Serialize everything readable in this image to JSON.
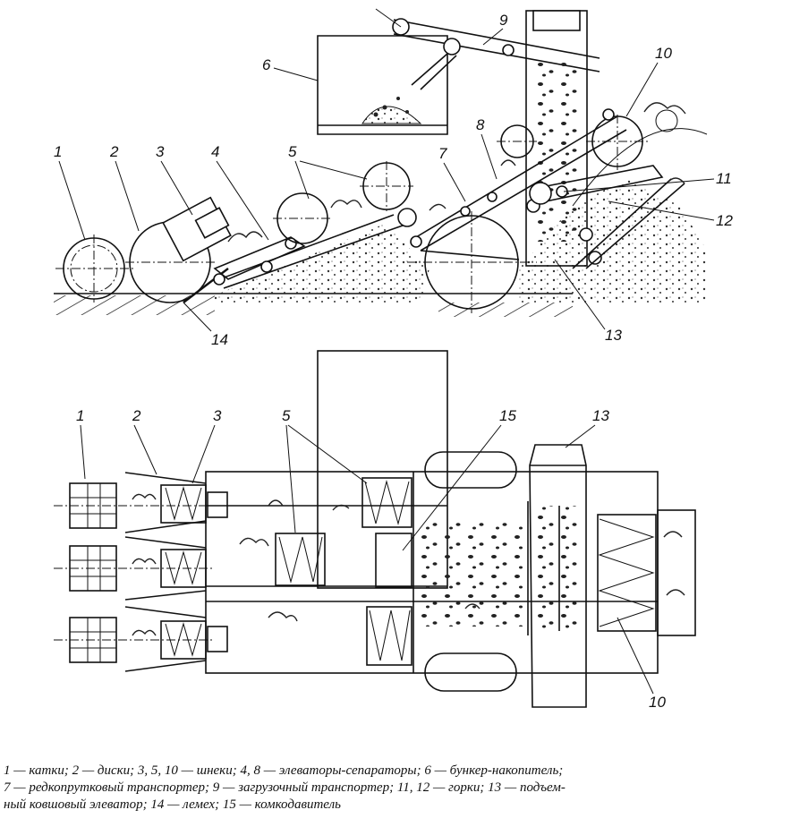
{
  "top_view_labels": {
    "n1": "1",
    "n2": "2",
    "n3": "3",
    "n4": "4",
    "n5": "5",
    "n6": "6",
    "n7": "7",
    "n8": "8",
    "n9": "9",
    "n10": "10",
    "n11": "11",
    "n12": "12",
    "n13": "13",
    "n14": "14"
  },
  "plan_view_labels": {
    "n1": "1",
    "n2": "2",
    "n3": "3",
    "n5": "5",
    "n15": "15",
    "n13": "13",
    "n10": "10"
  },
  "caption": {
    "line1": "1 — катки; 2 — диски; 3, 5, 10 — шнеки; 4, 8 — элеваторы-сепараторы; 6 — бункер-накопитель;",
    "line2": "7 — редкопрутковый транспортер; 9 — загрузочный транспортер; 11, 12 — горки; 13 — подъем-",
    "line3": "ный ковшовый элеватор; 14 — лемех; 15 — комкодавитель"
  }
}
